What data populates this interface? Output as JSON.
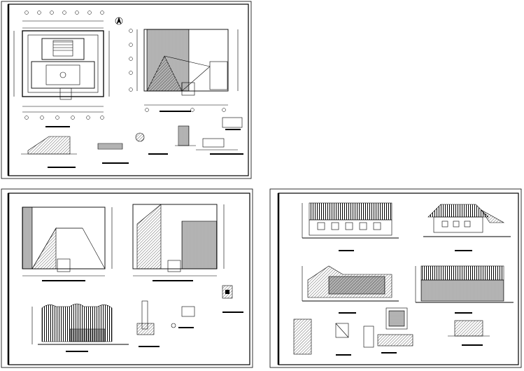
{
  "sheets": [
    {
      "id": "sheet-1"
    },
    {
      "id": "sheet-2"
    },
    {
      "id": "sheet-3"
    }
  ],
  "colors": {
    "line": "#000000",
    "background": "#ffffff"
  }
}
